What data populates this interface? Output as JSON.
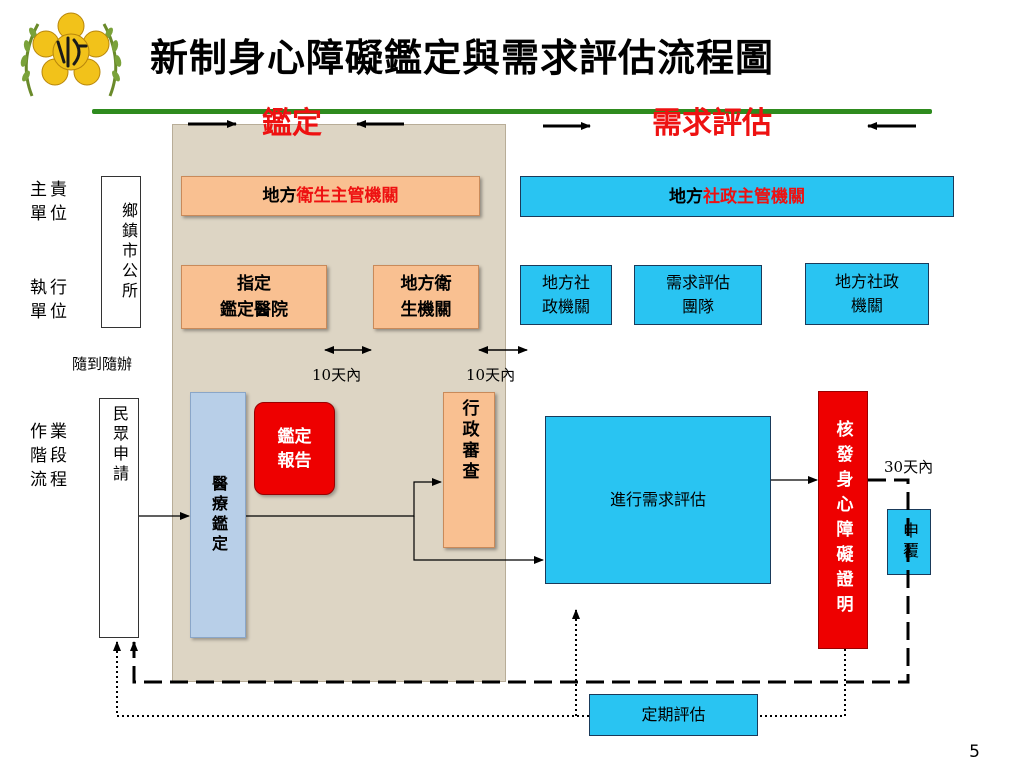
{
  "title": "新制身心障礙鑑定與需求評估流程圖",
  "phases": {
    "identification": "鑑定",
    "needs": "需求評估"
  },
  "row_labels": {
    "responsible": "主責單位",
    "executing": "執行單位",
    "process": "作業階段流程"
  },
  "boxes": {
    "township": "鄉鎮市公所",
    "anytime": "隨到隨辦",
    "health_authority_prefix": "地方",
    "health_authority_highlight": "衛生主管機關",
    "social_authority_prefix": "地方",
    "social_authority_highlight": "社政主管機關",
    "designated_hospital_line1": "指定",
    "designated_hospital_line2": "鑑定醫院",
    "local_health_line1": "地方衛",
    "local_health_line2": "生機關",
    "local_social_a_line1": "地方社",
    "local_social_a_line2": "政機關",
    "needs_team_line1": "需求評估",
    "needs_team_line2": "團隊",
    "local_social_b_line1": "地方社政",
    "local_social_b_line2": "機關",
    "citizen_apply": "民眾申請",
    "medical_identification": "醫療鑑定",
    "identification_report_line1": "鑑定",
    "identification_report_line2": "報告",
    "admin_review": "行政審查",
    "needs_assessment": "進行需求評估",
    "issue_certificate": "核發身心障礙證明",
    "appeal": "申覆",
    "periodic_assessment": "定期評估"
  },
  "durations": {
    "ten_days_a": "10天內",
    "ten_days_b": "10天內",
    "thirty_days": "30天內"
  },
  "page_number": "5",
  "colors": {
    "accent_red": "#ee1111",
    "cyan": "#29c4f2",
    "peach": "#f9c091",
    "tan": "#ddd5c4",
    "title_rule": "#2e8b1e",
    "medical_blue": "#b8cfe8"
  }
}
